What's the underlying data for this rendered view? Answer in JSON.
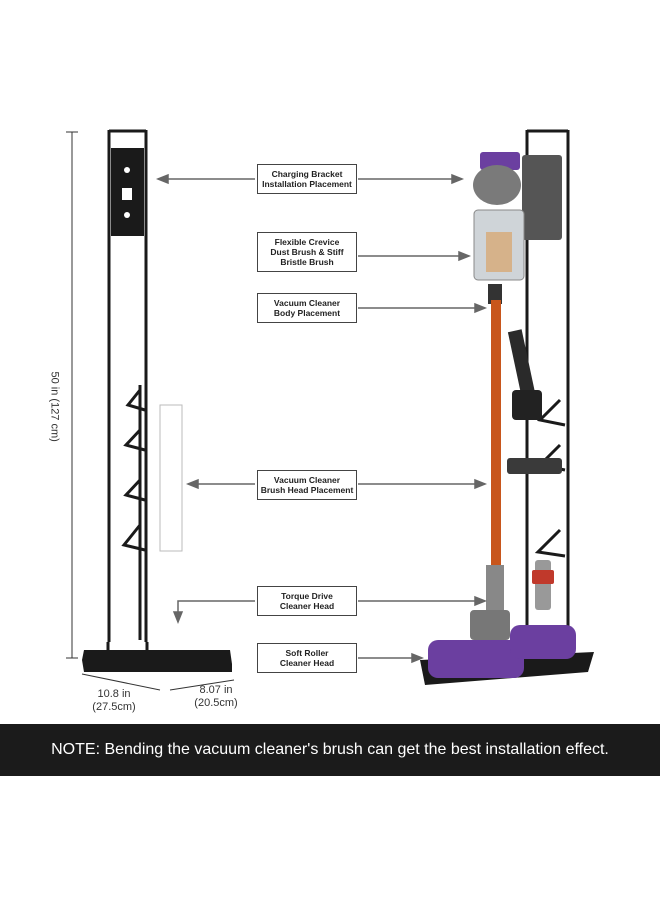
{
  "labels": {
    "charging": {
      "line1": "Charging Bracket",
      "line2": "Installation Placement"
    },
    "crevice": {
      "line1": "Flexible Crevice",
      "line2": "Dust Brush & Stiff",
      "line3": "Bristle Brush"
    },
    "body": {
      "line1": "Vacuum Cleaner",
      "line2": "Body Placement"
    },
    "brushhead": {
      "line1": "Vacuum Cleaner",
      "line2": "Brush Head Placement"
    },
    "torque": {
      "line1": "Torque Drive",
      "line2": "Cleaner Head"
    },
    "roller": {
      "line1": "Soft Roller",
      "line2": "Cleaner Head"
    }
  },
  "dimensions": {
    "height": "50 in (127 cm)",
    "width_in": "10.8 in",
    "width_cm": "(27.5cm)",
    "depth_in": "8.07 in",
    "depth_cm": "(20.5cm)"
  },
  "note": "NOTE: Bending the vacuum cleaner's brush can get the best installation effect.",
  "colors": {
    "stand": "#1a1a1a",
    "vacuum_tube": "#c8561c",
    "vacuum_purple": "#6b3fa0",
    "note_bar": "#1b1b1b"
  }
}
